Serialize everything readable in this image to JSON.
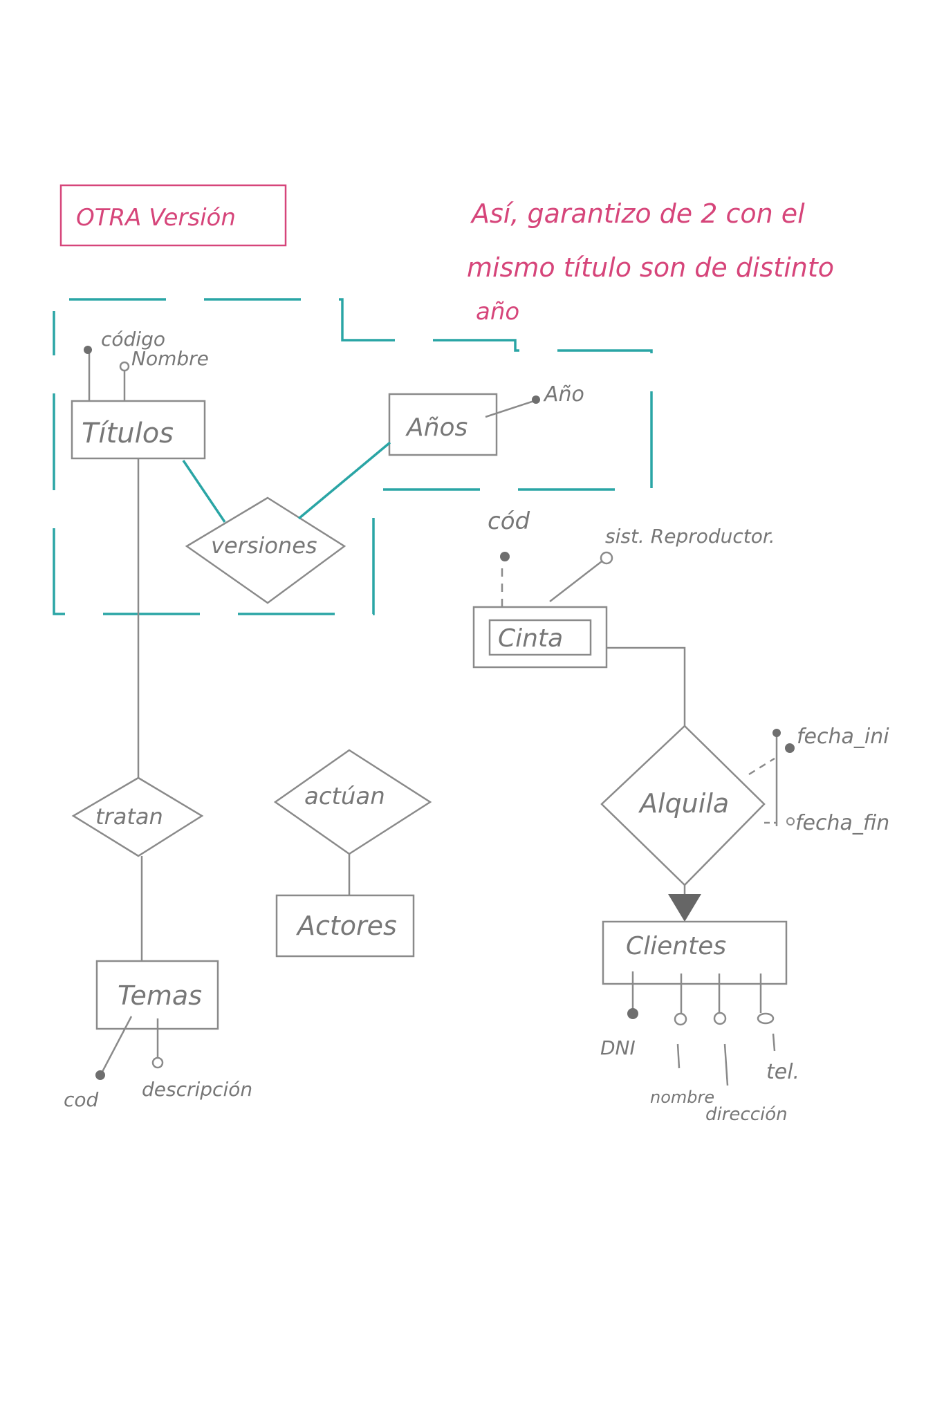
{
  "header": {
    "title": "OTRA Versión"
  },
  "note": {
    "line1": "Así, garantizo de 2 con el",
    "line2": "mismo título son de distinto",
    "line3": "año"
  },
  "entities": {
    "titulos": "Títulos",
    "anos": "Años",
    "cinta": "Cinta",
    "clientes": "Clientes",
    "temas": "Temas",
    "actores": "Actores"
  },
  "relationships": {
    "versiones": "versiones",
    "tratan": "tratan",
    "actuan": "actúan",
    "alquila": "Alquila"
  },
  "attributes": {
    "titulos_codigo": "código",
    "titulos_nombre": "Nombre",
    "anos_ano": "Año",
    "cinta_cod": "cód",
    "cinta_sist": "sist. Reproductor.",
    "alquila_fecha_ini": "fecha_ini",
    "alquila_fecha_fin": "fecha_fin",
    "clientes_dni": "DNI",
    "clientes_nombre": "nombre",
    "clientes_direccion": "dirección",
    "clientes_tel": "tel.",
    "temas_cod": "cod",
    "temas_descripcion": "descripción"
  },
  "colors": {
    "ink": "#8a8a8a",
    "text": "#777777",
    "accent_pink": "#d6457a",
    "aggregation_teal": "#2aa5a5"
  }
}
